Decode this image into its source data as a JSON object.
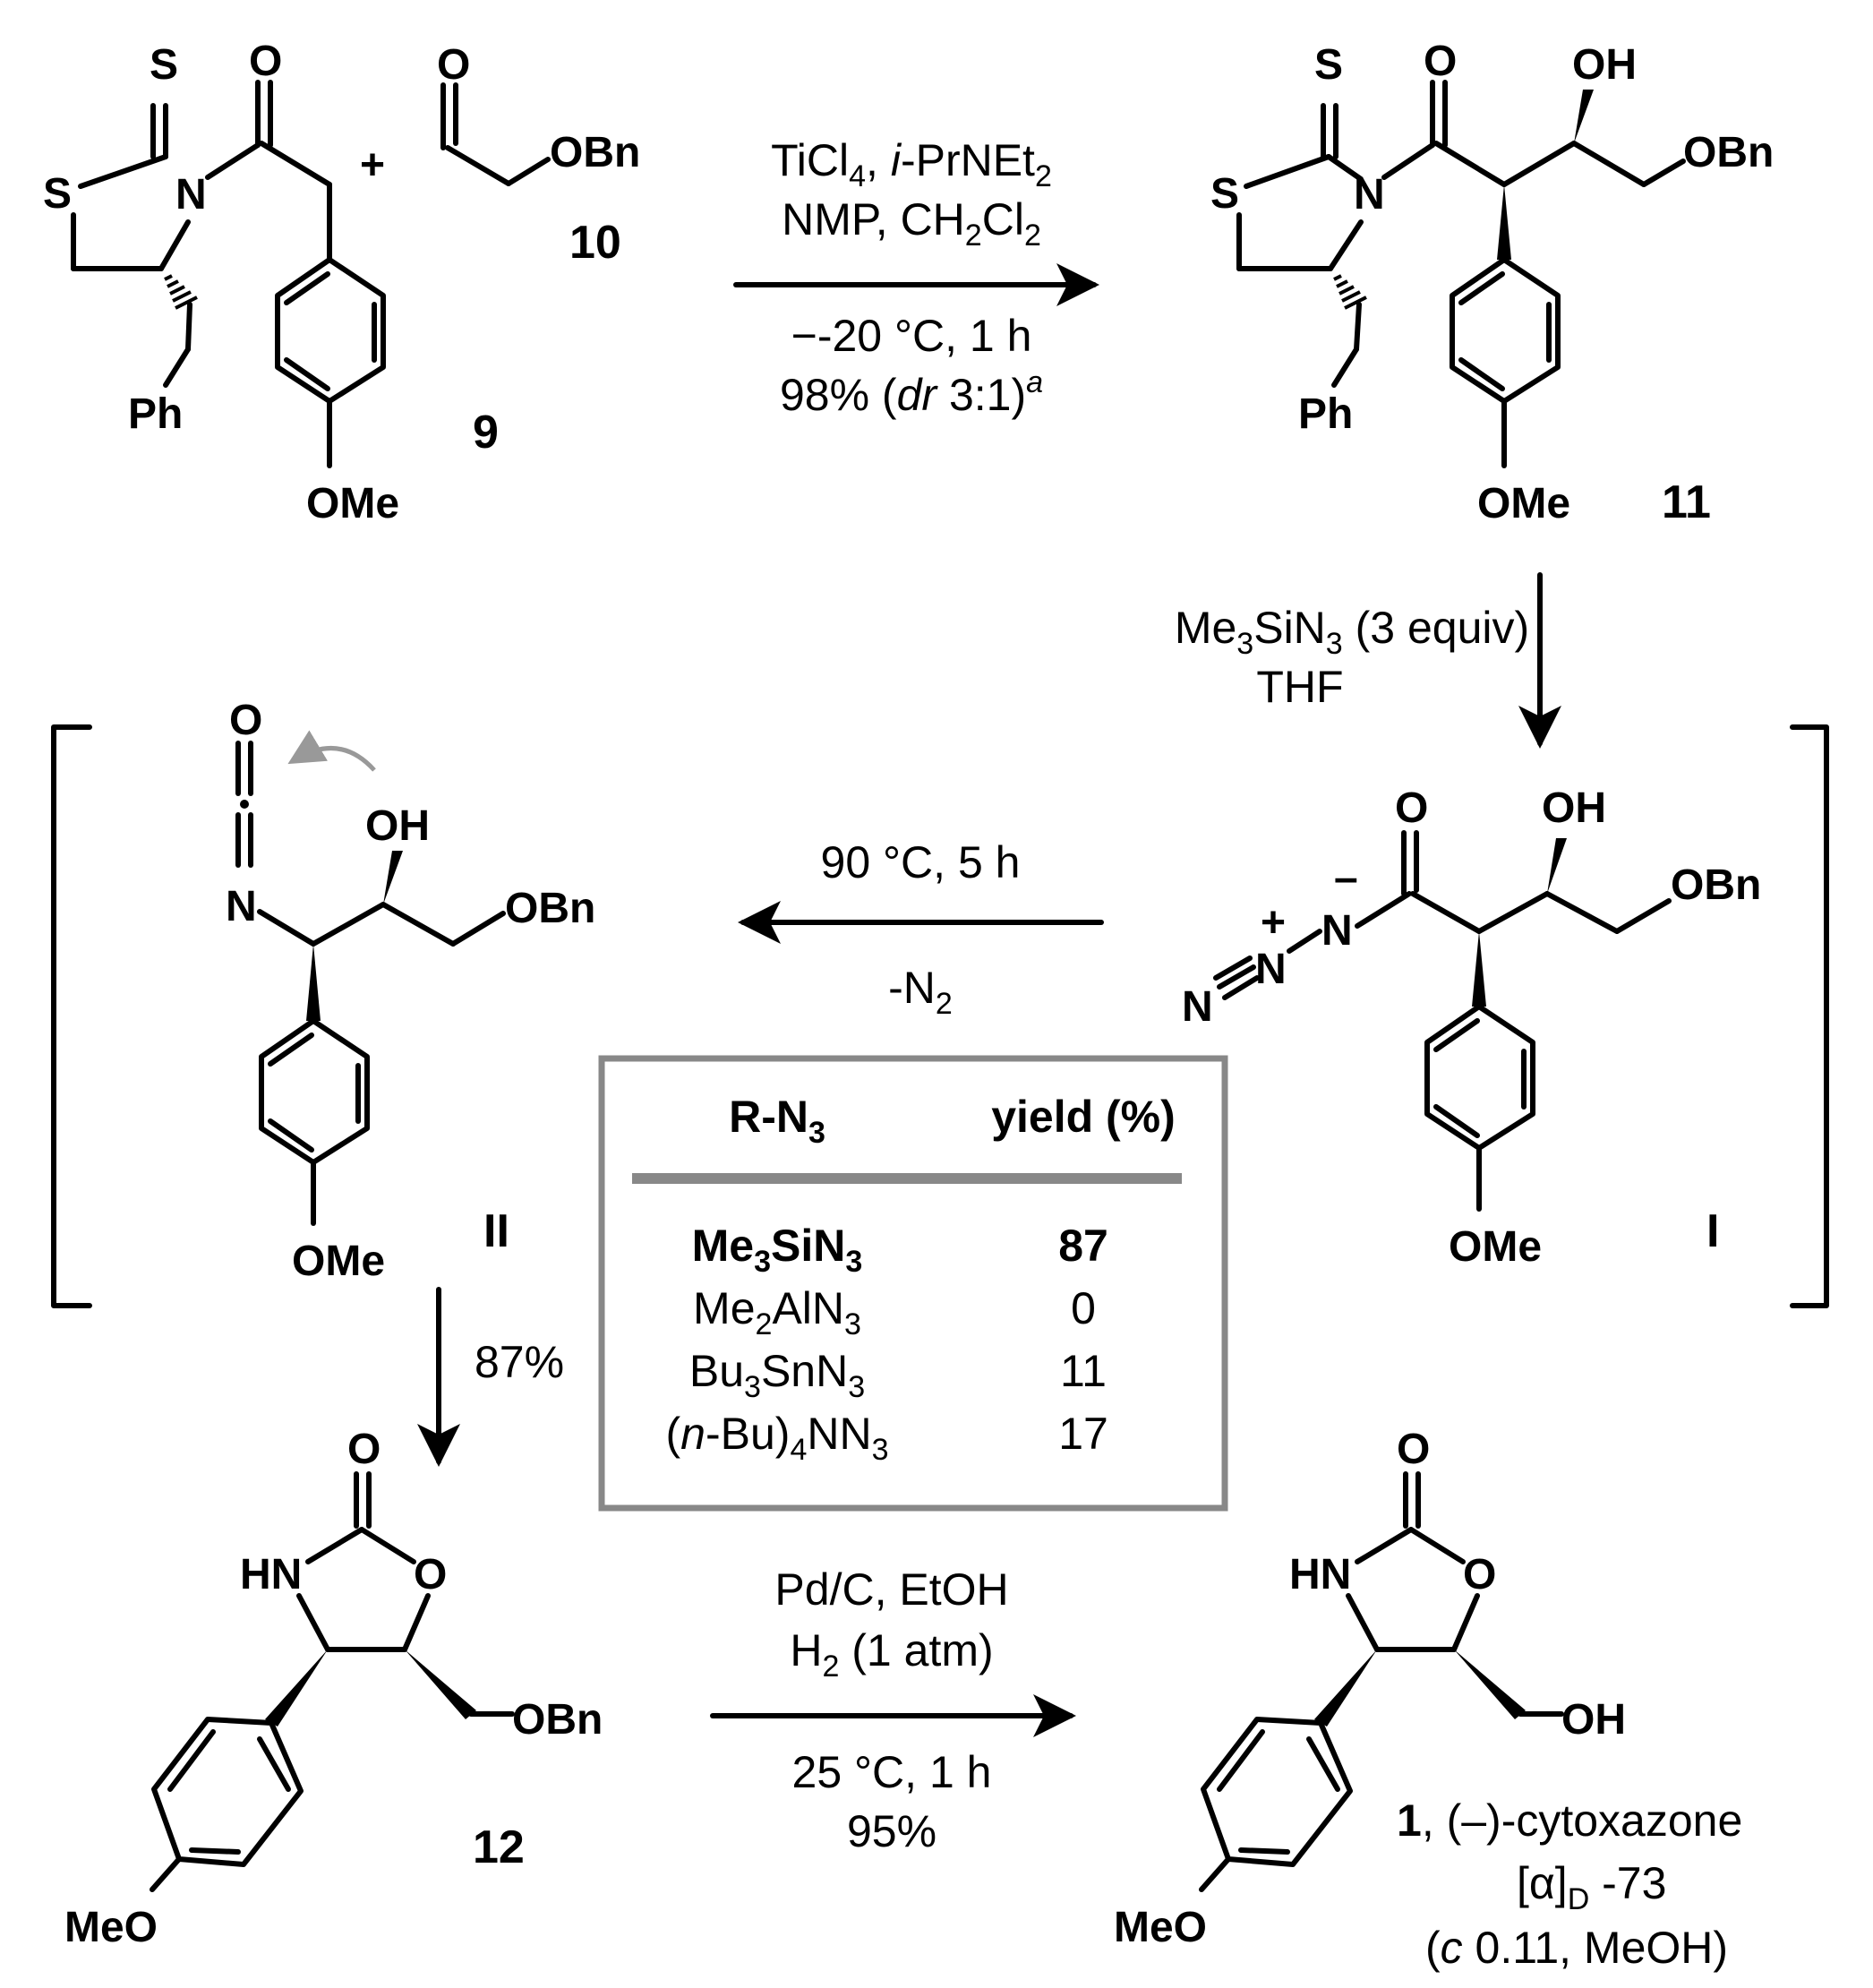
{
  "step1": {
    "reagent_line1_a": "TiCl",
    "reagent_line1_sub": "4",
    "reagent_line1_b": ", ",
    "reagent_line1_ital": "i",
    "reagent_line1_c": "-PrNEt",
    "reagent_line1_sub2": "2",
    "reagent_line2_a": "NMP, CH",
    "reagent_line2_sub1": "2",
    "reagent_line2_b": "Cl",
    "reagent_line2_sub2": "2",
    "temp": "−-20 °C, 1 h",
    "yield_a": "98% (",
    "yield_dr": "dr",
    "yield_b": " 3:1)",
    "yield_sup": "a"
  },
  "step2": {
    "reagent_a": "Me",
    "reagent_sub1": "3",
    "reagent_b": "SiN",
    "reagent_sub2": "3",
    "reagent_c": " (3 equiv)",
    "solvent": "THF"
  },
  "step3": {
    "temp": "90 °C, 5 h",
    "loss_a": "-N",
    "loss_sub": "2"
  },
  "step4": {
    "yield": "87%"
  },
  "step5": {
    "line1": "Pd/C, EtOH",
    "line2_a": "H",
    "line2_sub": "2",
    "line2_b": " (1 atm)",
    "temp": "25 °C, 1 h",
    "yield": "95%"
  },
  "compounds": {
    "c9": "9",
    "c10": "10",
    "c11": "11",
    "cI": "I",
    "cII": "II",
    "c12": "12",
    "c1_num": "1",
    "c1_name": ", (–)-cytoxazone",
    "c1_rot_a": "[α]",
    "c1_rot_sub": "D",
    "c1_rot_b": " -73",
    "c1_cond_open": "(",
    "c1_cond_c": "c",
    "c1_cond_b": " 0.11, MeOH)"
  },
  "atoms": {
    "S": "S",
    "N": "N",
    "O": "O",
    "OH": "OH",
    "OBn": "OBn",
    "OMe": "OMe",
    "MeO": "MeO",
    "Ph": "Ph",
    "HN": "HN",
    "plus": "+",
    "minus": "–",
    "charge_plus": "+"
  },
  "table": {
    "header_col1_a": "R-N",
    "header_col1_sub": "3",
    "header_col2": "yield (%)",
    "rows": [
      {
        "a": "Me",
        "s1": "3",
        "b": "SiN",
        "s2": "3",
        "c": "",
        "s3": "",
        "d": "",
        "yield": "87",
        "bold": true
      },
      {
        "a": "Me",
        "s1": "2",
        "b": "AlN",
        "s2": "3",
        "c": "",
        "s3": "",
        "d": "",
        "yield": "0",
        "bold": false
      },
      {
        "a": "Bu",
        "s1": "3",
        "b": "SnN",
        "s2": "3",
        "c": "",
        "s3": "",
        "d": "",
        "yield": "11",
        "bold": false
      },
      {
        "a": "(",
        "ital": "n",
        "b2": "-Bu)",
        "s1": "4",
        "b": "NN",
        "s2": "3",
        "yield": "17",
        "bold": false
      }
    ]
  }
}
